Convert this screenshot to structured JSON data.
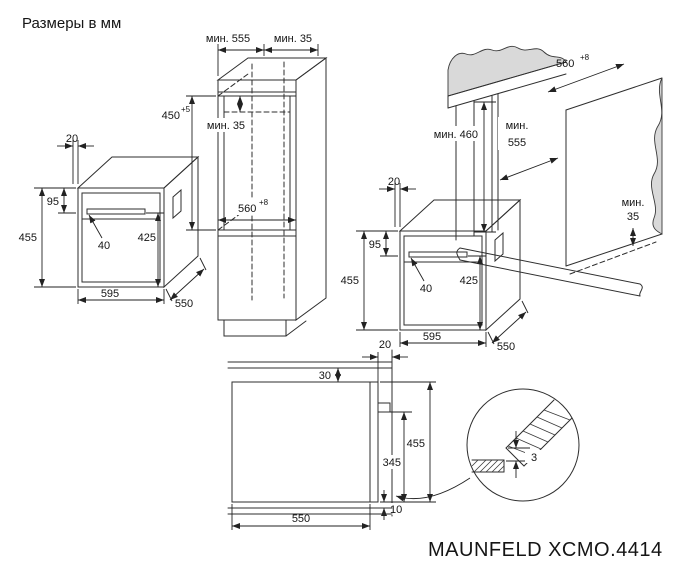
{
  "title": "Размеры в мм",
  "model": "MAUNFELD XCMO.4414",
  "oven": {
    "door_offset": "20",
    "top_to_handle": "95",
    "height": "455",
    "handle_clearance": "40",
    "handle_to_bottom": "425",
    "width": "595",
    "depth": "550"
  },
  "column": {
    "min_depth": "мин. 555",
    "min_back_gap": "мин. 35",
    "niche_height": "450",
    "niche_height_tol": "+5",
    "min_top_clearance": "мин. 35",
    "niche_depth": "560",
    "niche_depth_tol": "+8"
  },
  "wall_cabinet": {
    "niche_depth": "560",
    "niche_depth_tol": "+8",
    "min_depth_word": "мин.",
    "min_depth_value": "555",
    "min_height": "мин. 460",
    "min_back_word": "мин.",
    "min_back_value": "35"
  },
  "section": {
    "door_offset": "20",
    "top_clearance": "30",
    "height": "455",
    "handle_to_bottom": "345",
    "bottom_gap": "10",
    "depth": "550"
  },
  "detail": {
    "gap": "3"
  }
}
